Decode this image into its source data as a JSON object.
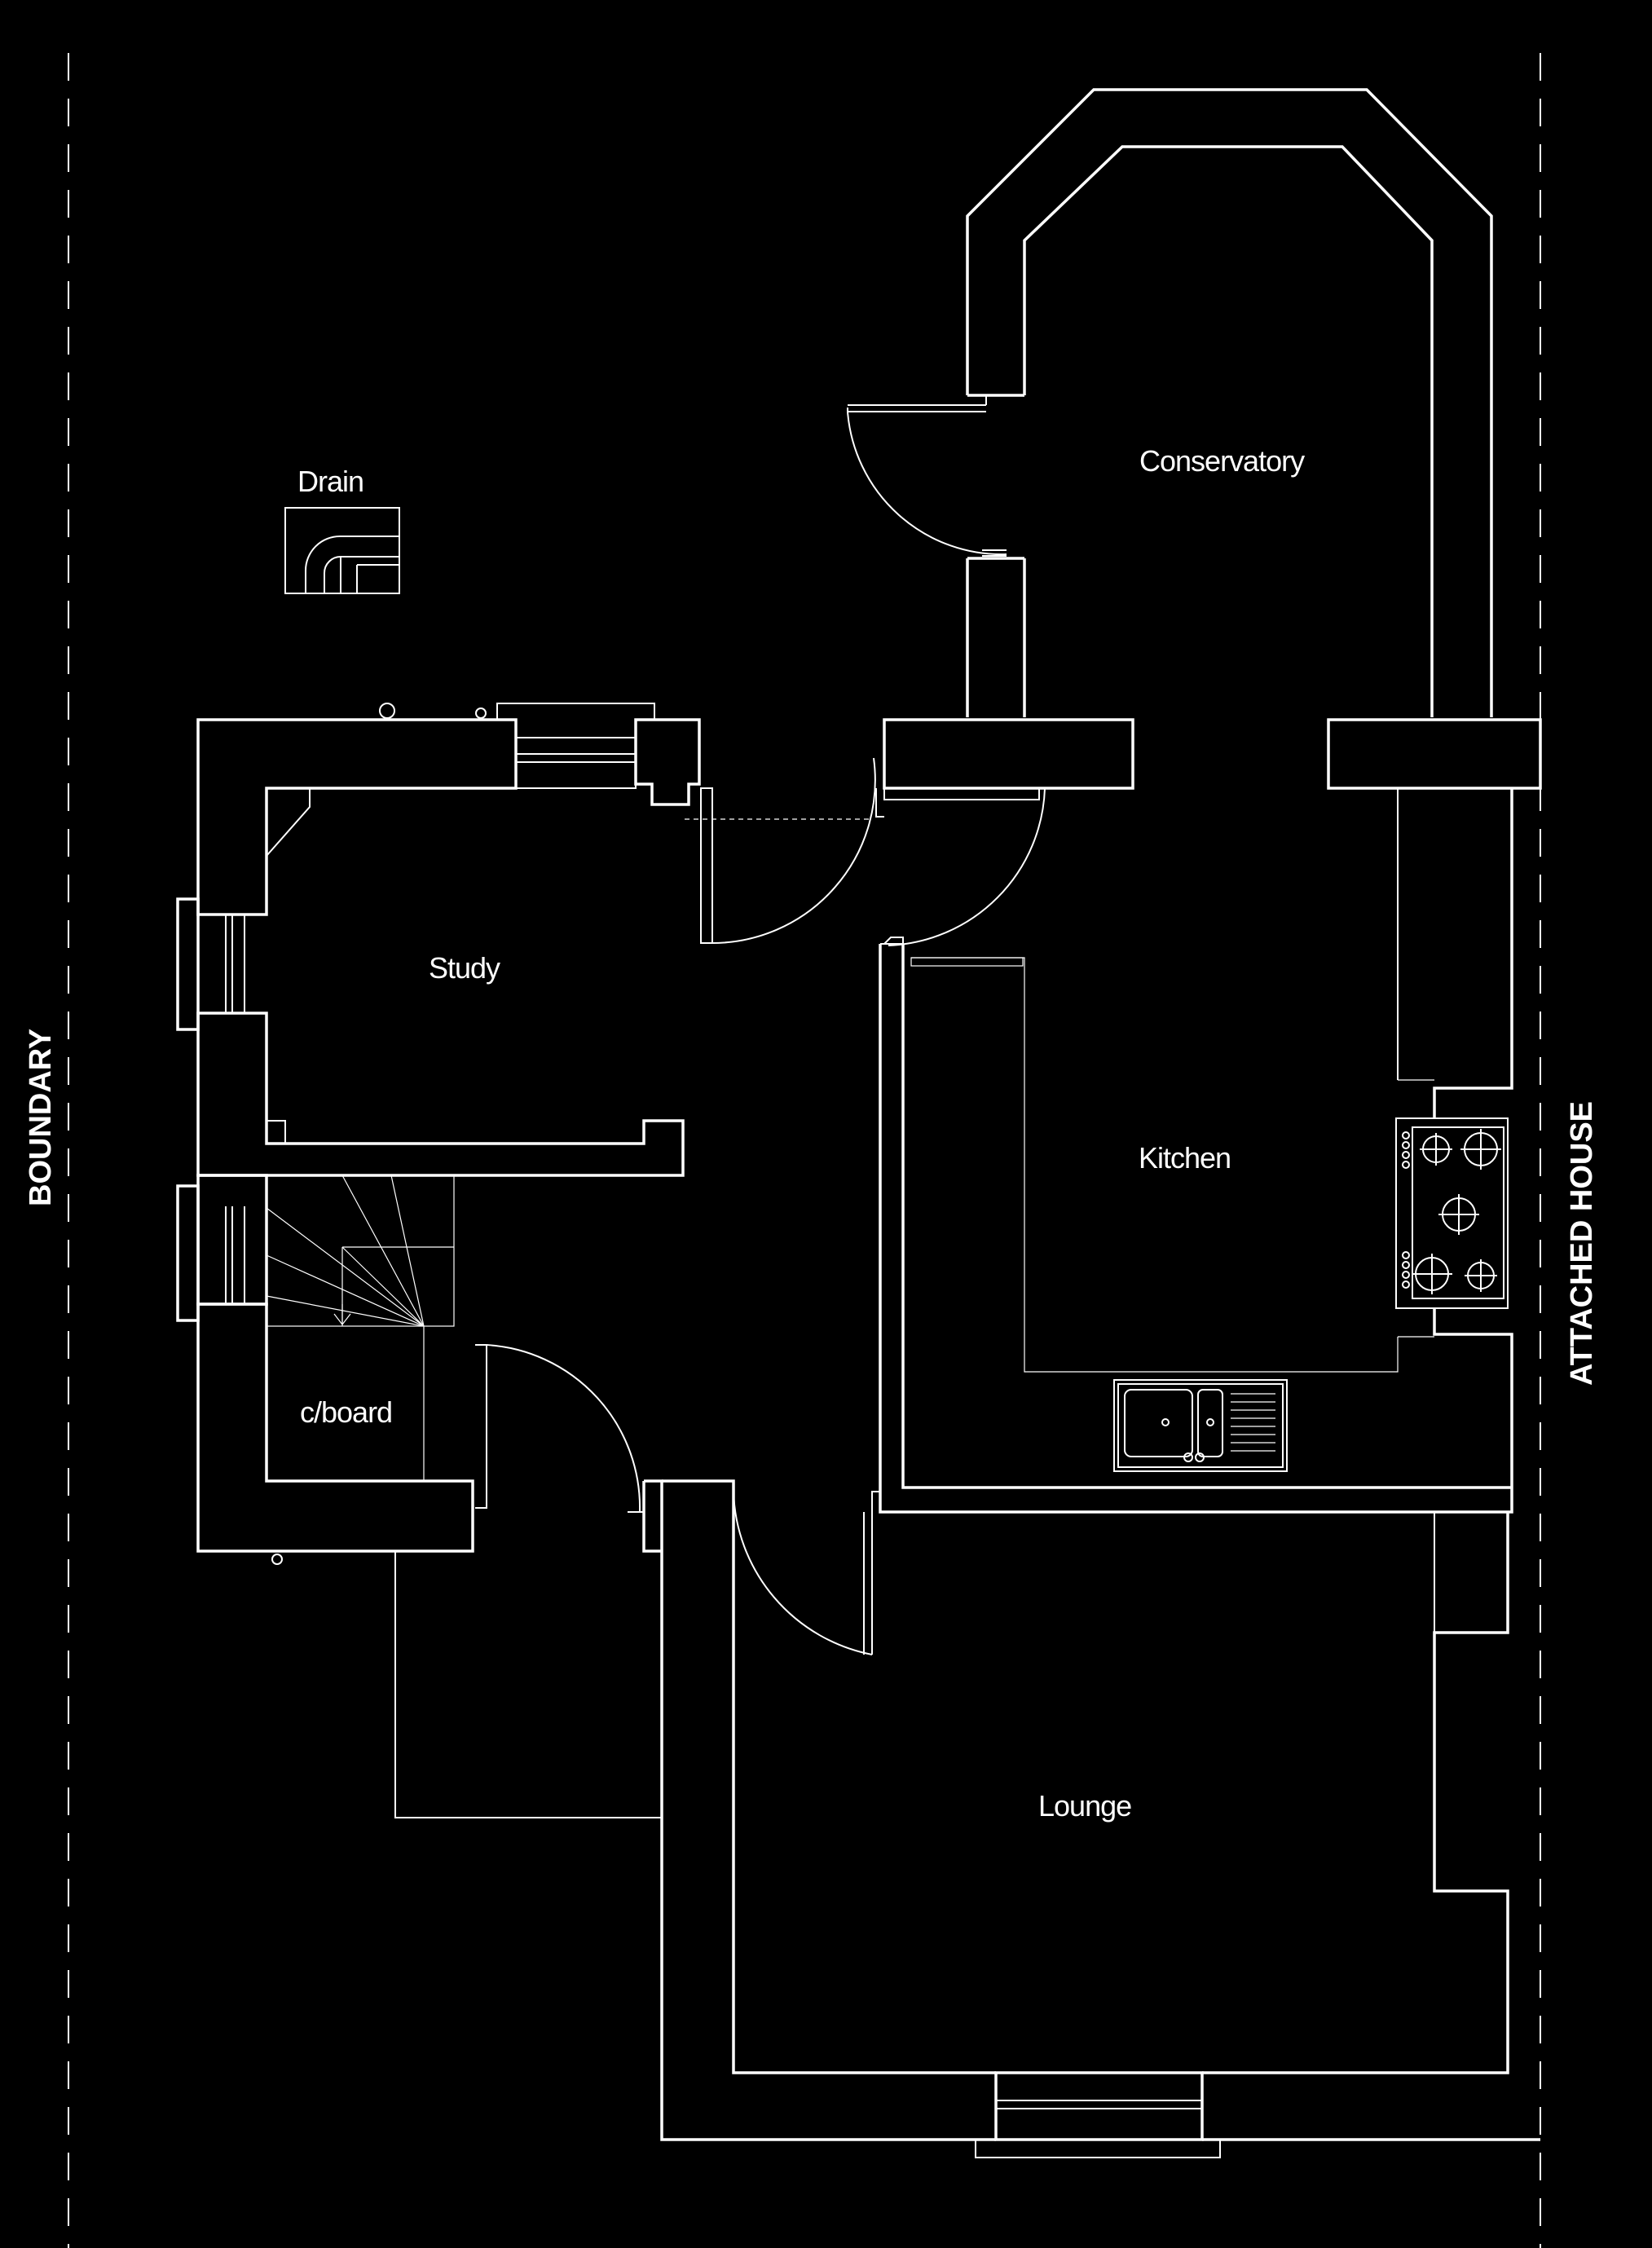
{
  "rooms": {
    "drain": "Drain",
    "conservatory": "Conservatory",
    "study": "Study",
    "kitchen": "Kitchen",
    "cupboard": "c/board",
    "lounge": "Lounge"
  },
  "edges": {
    "left": "BOUNDARY",
    "right": "ATTACHED HOUSE"
  },
  "colors": {
    "background": "#000000",
    "lines": "#ffffff"
  }
}
